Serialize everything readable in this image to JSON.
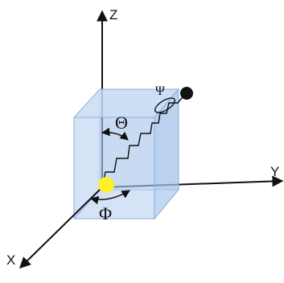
{
  "axes": {
    "z_label": "Z",
    "y_label": "Y",
    "x_label": "X"
  },
  "angles": {
    "theta": "Θ",
    "phi": "Φ",
    "psi": "Ψ"
  },
  "colors": {
    "cube_fill": "#b9d3f1",
    "cube_top": "#c9ddf5",
    "cube_edge": "#8aaede",
    "origin_point": "#ffee2a",
    "end_point": "#111111",
    "line": "#111111"
  }
}
